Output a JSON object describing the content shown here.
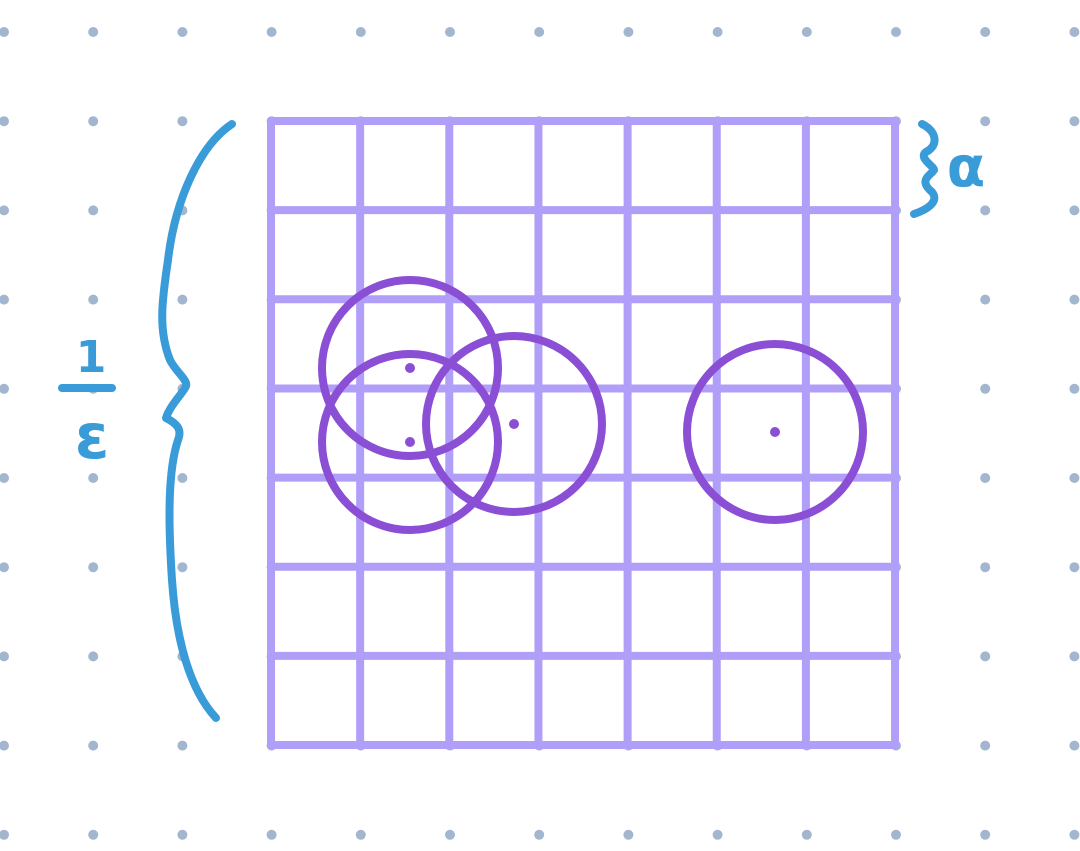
{
  "diagram": {
    "grid": {
      "columns": 7,
      "rows": 7
    },
    "labels": {
      "side_numerator": "1",
      "side_denominator": "ε",
      "cell_size": "α"
    },
    "colors": {
      "background": "#ffffff",
      "dots": "#a3b6d0",
      "grid": "#b09ef8",
      "circles": "#8a4fd4",
      "annotation": "#3a9bd9"
    }
  }
}
